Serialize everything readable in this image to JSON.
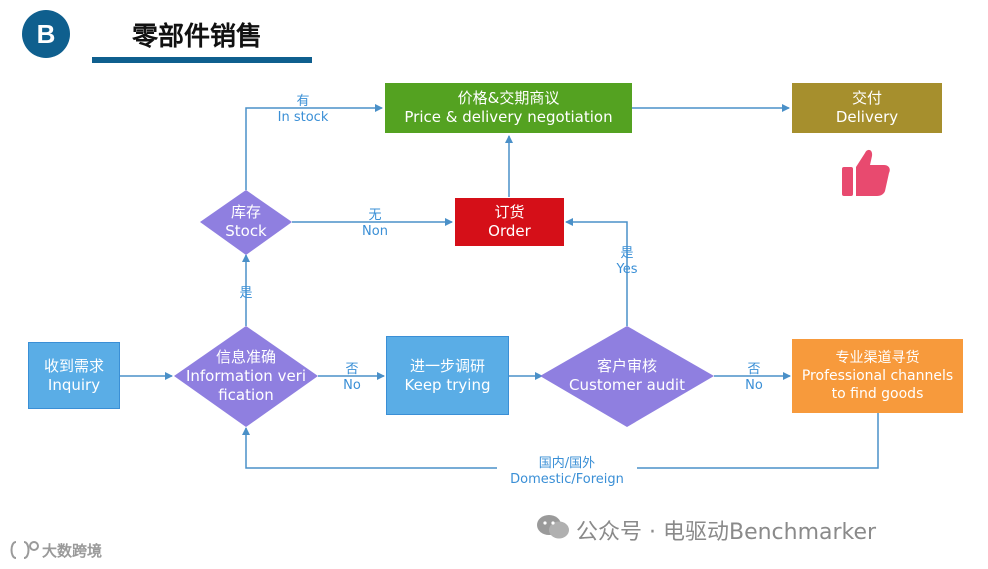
{
  "header": {
    "badge": "B",
    "title": "零部件销售"
  },
  "nodes": {
    "inquiry": {
      "zh": "收到需求",
      "en": "Inquiry"
    },
    "verify": {
      "zh": "信息准确",
      "en1": "Information veri",
      "en2": "fication"
    },
    "keep": {
      "zh": "进一步调研",
      "en": "Keep trying"
    },
    "audit": {
      "zh": "客户审核",
      "en": "Customer audit"
    },
    "professional": {
      "zh": "专业渠道寻货",
      "en1": "Professional channels",
      "en2": "to find goods"
    },
    "stock": {
      "zh": "库存",
      "en": "Stock"
    },
    "order": {
      "zh": "订货",
      "en": "Order"
    },
    "price": {
      "zh": "价格&交期商议",
      "en": "Price & delivery negotiation"
    },
    "delivery": {
      "zh": "交付",
      "en": "Delivery"
    }
  },
  "labels": {
    "in_stock_zh": "有",
    "in_stock_en": "In stock",
    "none_zh": "无",
    "none_en": "Non",
    "yes1": "是",
    "no1_zh": "否",
    "no1_en": "No",
    "yes2_zh": "是",
    "yes2_en": "Yes",
    "no2_zh": "否",
    "no2_en": "No",
    "domestic_zh": "国内/国外",
    "domestic_en": "Domestic/Foreign"
  },
  "watermark": {
    "account": "公众号 · 电驱动Benchmarker",
    "brand": "大数跨境"
  },
  "icons": {
    "like": "thumbs-up-icon",
    "wechat": "wechat-icon"
  },
  "colors": {
    "blue_box": "#5aade6",
    "diamond": "#8f7fe0",
    "red": "#d50f18",
    "green": "#54a221",
    "olive": "#a68f2d",
    "orange": "#f79a3c",
    "arrow": "#4a90c8",
    "navy": "#0f5f8e",
    "thumb": "#e84a6f"
  }
}
